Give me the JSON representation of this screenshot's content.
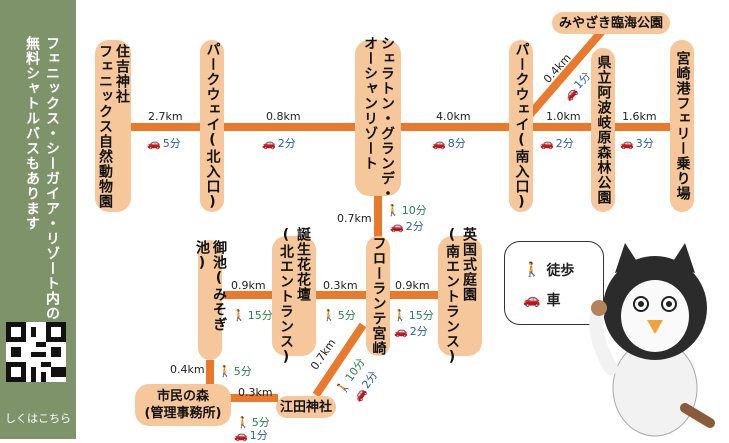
{
  "sidebar": {
    "lines": [
      "フェニックス・シーガイア・リゾート内の",
      "無料シャトルバスもあります"
    ],
    "qr_link_text": "しくはこちら",
    "bg_color": "#7f936a"
  },
  "colors": {
    "road": "#e8792d",
    "node": "#f6c79a",
    "walk": "#2e7d4f",
    "car": "#2a5ea5"
  },
  "places": {
    "sumiyoshi": "住吉神社\nフェニックス自然動物園",
    "parkway_north": "パークウェイ(北入口)",
    "sheraton": "シェラトン・グランデ・\nオーシャンリゾート",
    "parkway_south": "パークウェイ(南入口)",
    "miyazaki_rinkai": "みやざき臨海公園",
    "kenritsu_aki": "県立阿波岐原森林公園",
    "ferry": "宮崎港フェリー乗り場",
    "mikeike": "御池(みそぎ池)",
    "tanjou": "誕生花花壇\n(北エントランス)",
    "florante": "フローランテ宮崎",
    "eikoku": "英国式庭園\n(南エントランス)",
    "shimin_mori": "市民の森\n(管理事務所)",
    "eda_jinja": "江田神社"
  },
  "routes": [
    {
      "id": "r1",
      "distance": "2.7km",
      "car_time": "5分"
    },
    {
      "id": "r2",
      "distance": "0.8km",
      "car_time": "2分"
    },
    {
      "id": "r3",
      "distance": "4.0km",
      "car_time": "8分"
    },
    {
      "id": "r4",
      "distance": "1.0km",
      "car_time": "2分"
    },
    {
      "id": "r5",
      "distance": "1.6km",
      "car_time": "3分"
    },
    {
      "id": "r6",
      "distance": "0.4km",
      "car_time": "1分"
    },
    {
      "id": "r7",
      "distance": "0.7km",
      "walk_time": "10分",
      "car_time": "2分"
    },
    {
      "id": "r8",
      "distance": "0.9km",
      "walk_time": "15分"
    },
    {
      "id": "r9",
      "distance": "0.3km",
      "walk_time": "5分"
    },
    {
      "id": "r10",
      "distance": "0.9km",
      "walk_time": "15分",
      "car_time": "2分"
    },
    {
      "id": "r11",
      "distance": "0.4km",
      "walk_time": "5分"
    },
    {
      "id": "r12",
      "distance": "0.7km",
      "walk_time": "10分",
      "car_time": "2分"
    },
    {
      "id": "r13",
      "distance": "0.3km",
      "walk_time": "5分",
      "car_time": "1分"
    }
  ],
  "legend": {
    "walk_label": "徒歩",
    "car_label": "車"
  }
}
